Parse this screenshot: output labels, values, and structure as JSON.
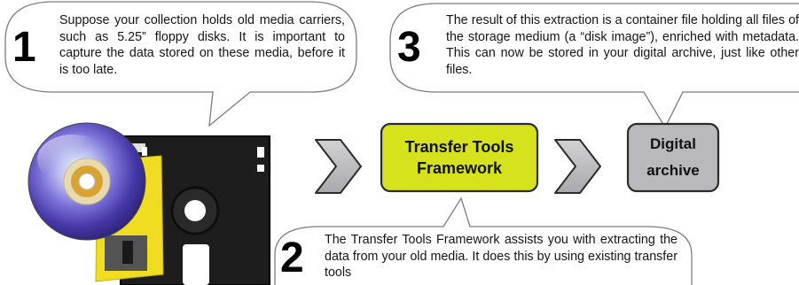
{
  "steps": [
    {
      "number": "1",
      "text": "Suppose your collection holds old media carriers, such as 5.25” floppy disks. It is important to capture the data stored on these media, before it is too late."
    },
    {
      "number": "2",
      "text": "The Transfer Tools Framework assists you with extracting the data from your old media. It does this by using existing transfer tools"
    },
    {
      "number": "3",
      "text": "The result of this extraction is a container file holding all files of the storage medium (a “disk image”), enriched with metadata. This can now be stored in your digital archive, just like other files."
    }
  ],
  "framework_box": {
    "line1": "Transfer Tools",
    "line2": "Framework",
    "color": "#d6e21c"
  },
  "archive_box": {
    "line1": "Digital",
    "line2": "archive",
    "color": "#b9b9bb"
  },
  "icons": [
    "cd-icon",
    "floppy-disk-icon",
    "arrow-chevron-icon"
  ]
}
